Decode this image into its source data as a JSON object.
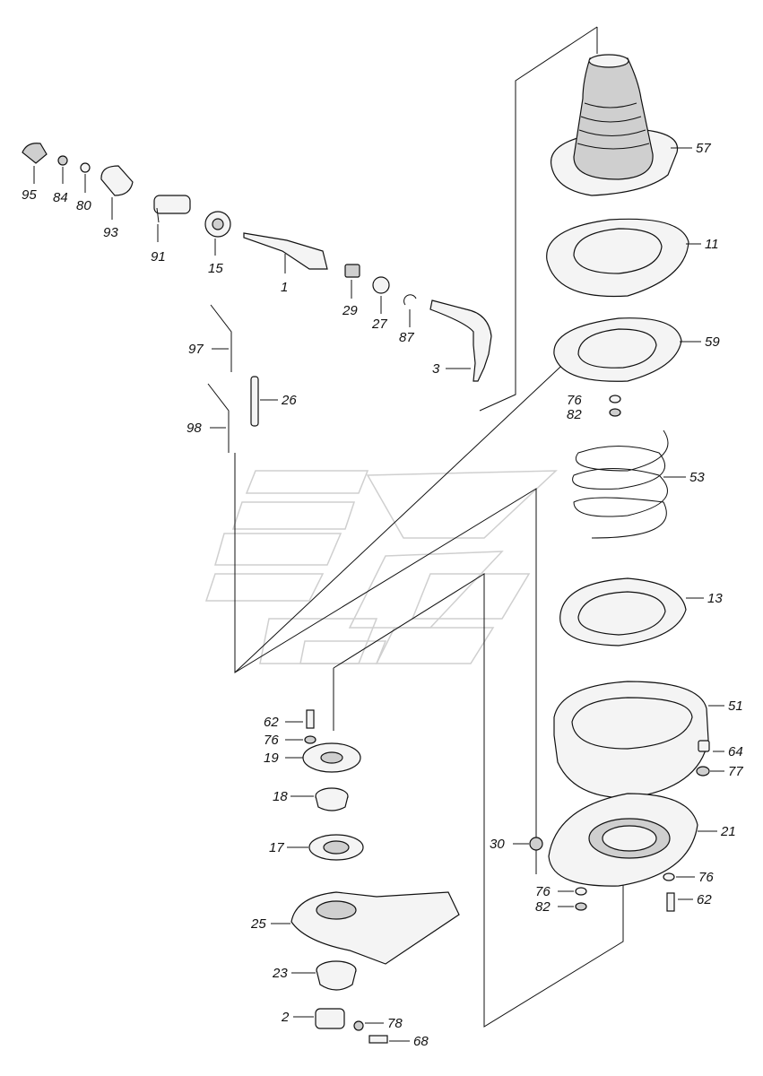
{
  "diagram": {
    "labels": [
      {
        "key": "57",
        "text": "57"
      },
      {
        "key": "11",
        "text": "11"
      },
      {
        "key": "59",
        "text": "59"
      },
      {
        "key": "76a",
        "text": "76"
      },
      {
        "key": "82a",
        "text": "82"
      },
      {
        "key": "53",
        "text": "53"
      },
      {
        "key": "13",
        "text": "13"
      },
      {
        "key": "51",
        "text": "51"
      },
      {
        "key": "64",
        "text": "64"
      },
      {
        "key": "77",
        "text": "77"
      },
      {
        "key": "21",
        "text": "21"
      },
      {
        "key": "30",
        "text": "30"
      },
      {
        "key": "76b",
        "text": "76"
      },
      {
        "key": "76c",
        "text": "76"
      },
      {
        "key": "62a",
        "text": "62"
      },
      {
        "key": "82b",
        "text": "82"
      },
      {
        "key": "95",
        "text": "95"
      },
      {
        "key": "84",
        "text": "84"
      },
      {
        "key": "80",
        "text": "80"
      },
      {
        "key": "93",
        "text": "93"
      },
      {
        "key": "91",
        "text": "91"
      },
      {
        "key": "15",
        "text": "15"
      },
      {
        "key": "1",
        "text": "1"
      },
      {
        "key": "29",
        "text": "29"
      },
      {
        "key": "27",
        "text": "27"
      },
      {
        "key": "87",
        "text": "87"
      },
      {
        "key": "3",
        "text": "3"
      },
      {
        "key": "97",
        "text": "97"
      },
      {
        "key": "26",
        "text": "26"
      },
      {
        "key": "98",
        "text": "98"
      },
      {
        "key": "62b",
        "text": "62"
      },
      {
        "key": "76d",
        "text": "76"
      },
      {
        "key": "19",
        "text": "19"
      },
      {
        "key": "18",
        "text": "18"
      },
      {
        "key": "17",
        "text": "17"
      },
      {
        "key": "25",
        "text": "25"
      },
      {
        "key": "23",
        "text": "23"
      },
      {
        "key": "2",
        "text": "2"
      },
      {
        "key": "78",
        "text": "78"
      },
      {
        "key": "68",
        "text": "68"
      }
    ]
  }
}
